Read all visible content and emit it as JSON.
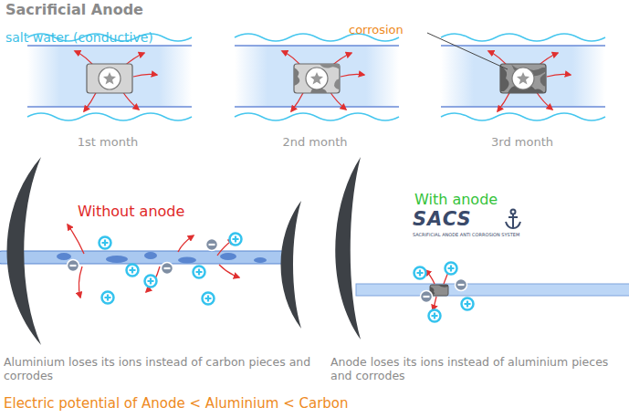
{
  "diagram": {
    "title": "Sacrificial Anode",
    "labels": [
      "salt water (conductive)",
      "corrosion",
      "1st month",
      "2nd month",
      "3rd month",
      "Without anode",
      "With anode",
      "SACS",
      "SACRIFICIAL ANODE ANTI CORROSION SYSTEM",
      "Aluminium loses its ions instead of carbon pieces and corrodes",
      "Anode loses its ions instead of aluminium pieces and corrodes"
    ],
    "caption": "Electric potential of Anode < Aluminium < Carbon"
  }
}
